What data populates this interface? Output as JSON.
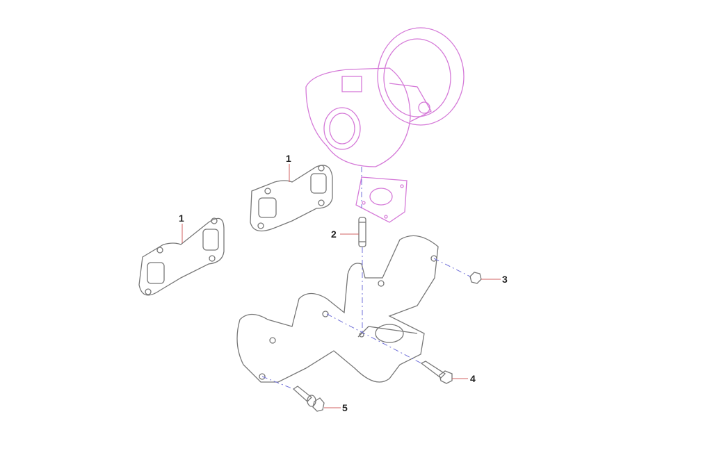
{
  "diagram": {
    "callouts": [
      {
        "label": "1",
        "part": "gasket-upper"
      },
      {
        "label": "1",
        "part": "gasket-lower"
      },
      {
        "label": "2",
        "part": "stud"
      },
      {
        "label": "3",
        "part": "nut"
      },
      {
        "label": "4",
        "part": "flange-bolt"
      },
      {
        "label": "5",
        "part": "bolt-with-washer"
      }
    ],
    "colors": {
      "turbo": "#d57ad8",
      "part": "#777777",
      "leader": "#d06060",
      "axis": "#6f6fd8"
    }
  }
}
